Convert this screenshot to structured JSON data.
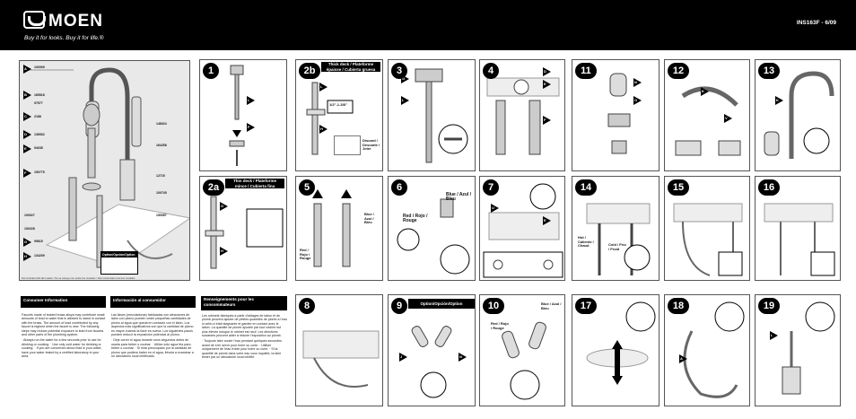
{
  "header": {
    "brand": "MOEN",
    "tagline": "Buy it for looks. Buy it for life.®",
    "doc_id": "INS163F - 6/09"
  },
  "parts_panel": {
    "part_numbers": [
      "100009",
      "165518",
      "97577",
      "2188",
      "136532",
      "94035",
      "150775",
      "100027",
      "100228",
      "99815",
      "134209",
      "148024",
      "164258",
      "12715",
      "100745",
      "150087"
    ],
    "option_title": "Option/Opción/Option",
    "footnote": "Not included with all models / No se incluye con todos los modelos / Non inclus dans tous les modèles"
  },
  "steps": {
    "s1": "1",
    "s2a": "2a",
    "s2b": "2b",
    "s3": "3",
    "s4": "4",
    "s5": "5",
    "s6": "6",
    "s7": "7",
    "s8": "8",
    "s9": "9",
    "s10": "10",
    "s11": "11",
    "s12": "12",
    "s13": "13",
    "s14": "14",
    "s15": "15",
    "s16": "16",
    "s17": "17",
    "s18": "18",
    "s19": "19"
  },
  "panel_headers": {
    "thin_deck": "Thin deck / Plateforme mince / Cubierta fina",
    "thick_deck": "Thick deck / Plateforme épaisse / Cubierta gruesa",
    "option": "Option/Opción/Option"
  },
  "labels": {
    "discard": "Discard / Descarte / Jeter",
    "deck_range": "1/2\"-1-3/8\"",
    "blue": "Blue / Azul / Bleu",
    "red": "Red / Rojo / Rouge",
    "hot": "Hot / Caliente / Chaud",
    "cold": "Cold / Frío / Froid"
  },
  "consumer": {
    "en_title": "Consumer Information",
    "es_title": "Información al consumidor",
    "fr_title": "Renseignements pour les consommateurs",
    "en_p1": "Faucets made of leaded brass alloys may contribute small amounts of lead to water that is allowed to stand in contact with the brass. The amount of lead contributed by any faucet is highest when the faucet is new. The following steps may reduce potential exposure to lead from faucets and other parts of the plumbing system.",
    "en_p2": "· Always run the water for a few seconds prior to use for drinking or cooking. · Use only cold water for drinking or cooking. · If you are concerned about lead in your water, have your water tested by a certified laboratory in your area.",
    "es_p1": "Las llaves (mezcladoras) fabricadas con aleaciones de latón con plomo pueden ceder pequeñas cantidades de plomo al agua que queda en contacto con el latón. Los aspectos más significativos son que la cantidad de plomo es mayor cuando la llave es nueva. Los siguientes pasos pueden reducir la exposición potencial al plomo.",
    "es_p2": "· Deje correr el agua durante unos segundos antes de usarla para beber o cocinar. · Utilice sólo agua fría para beber o cocinar. · Si está preocupado por la cantidad de plomo que pudiera haber en el agua, llévela a examinar a un laboratorio local certificado.",
    "fr_p1": "Les robinets fabriqués à partir d'alliages de laiton et de plomb peuvent ajouter de petites quantités de plomb à l'eau si celle-ci était stagnante et gardée en contact avec le laiton. La quantité de plomb ajoutée par tout robinet est plus élevée lorsque le robinet est neuf. Les directives suivantes peuvent aider à réduire l'exposition au plomb.",
    "fr_p2": "· Toujours faire couler l'eau pendant quelques secondes avant de s'en servir pour boire ou cuire. · Utiliser uniquement de l'eau froide pour boire ou cuire. · Si la quantité de plomb dans votre eau vous inquiète, la faire tester par un laboratoire local certifié."
  }
}
